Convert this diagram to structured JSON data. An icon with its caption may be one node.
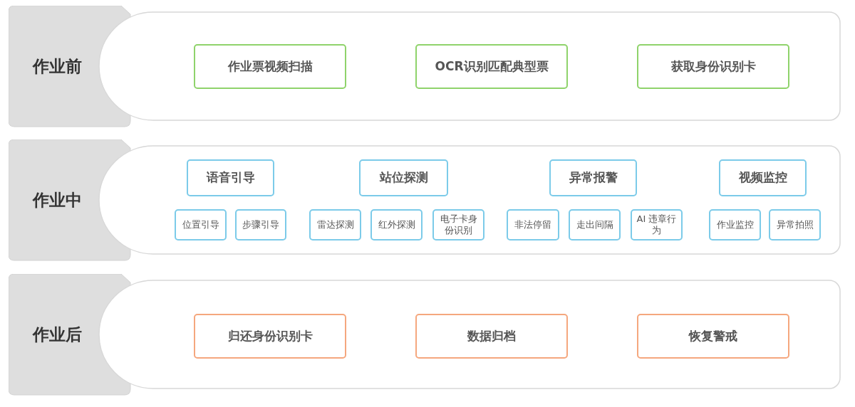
{
  "diagram": {
    "nodes": [
      {
        "text": [
          "作业前"
        ]
      },
      {
        "text": [
          "作业票视频扫描"
        ],
        "in": 0
      },
      {
        "text": [
          "OCR识别匹配典型票"
        ],
        "in": 0
      },
      {
        "text": [
          "获取身份识别卡"
        ],
        "in": 0
      },
      {
        "text": [
          "作业中"
        ]
      },
      {
        "text": [
          "语音引导"
        ],
        "in": 4
      },
      {
        "text": [
          "站位探测"
        ],
        "in": 4
      },
      {
        "text": [
          "异常报警"
        ],
        "in": 4
      },
      {
        "text": [
          "视频监控"
        ],
        "in": 4
      },
      {
        "text": [
          "位置引导"
        ],
        "in": 4
      },
      {
        "text": [
          "步骤引导"
        ],
        "in": 4
      },
      {
        "text": [
          "雷达探测"
        ],
        "in": 4
      },
      {
        "text": [
          "红外探测"
        ],
        "in": 4
      },
      {
        "text": [
          "电子卡身份识别"
        ],
        "in": 4
      },
      {
        "text": [
          "非法停留"
        ],
        "in": 4
      },
      {
        "text": [
          "走出间隔"
        ],
        "in": 4
      },
      {
        "text": [
          "AI 违章行为"
        ],
        "in": 4
      },
      {
        "text": [
          "作业监控"
        ],
        "in": 4
      },
      {
        "text": [
          "异常拍照"
        ],
        "in": 4
      },
      {
        "text": [
          "作业后"
        ]
      },
      {
        "text": [
          "归还身份识别卡"
        ],
        "in": 19
      },
      {
        "text": [
          "数据归档"
        ],
        "in": 19
      },
      {
        "text": [
          "恢复警戒"
        ],
        "in": 19
      }
    ],
    "edges": []
  }
}
